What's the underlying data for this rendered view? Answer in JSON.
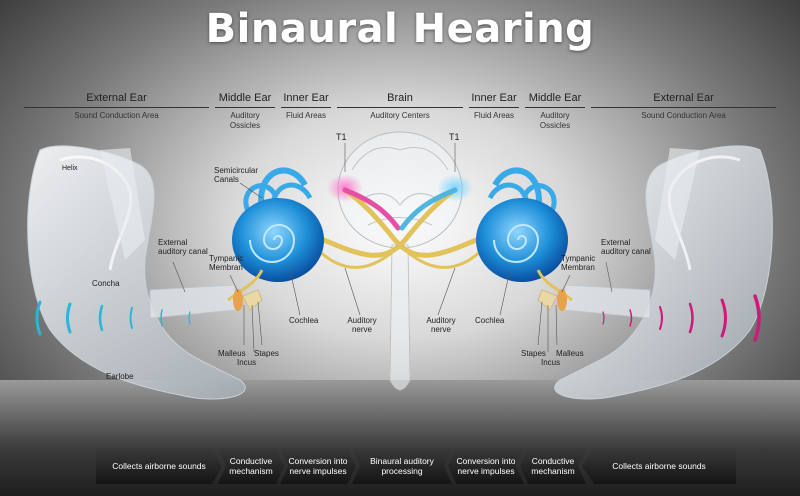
{
  "title": "Binaural Hearing",
  "sections": [
    {
      "heading": "External Ear",
      "sub": "Sound Conduction Area"
    },
    {
      "heading": "Middle Ear",
      "sub": "Auditory Ossicles"
    },
    {
      "heading": "Inner Ear",
      "sub": "Fluid Areas"
    },
    {
      "heading": "Brain",
      "sub": "Auditory Centers"
    },
    {
      "heading": "Inner Ear",
      "sub": "Fluid Areas"
    },
    {
      "heading": "Middle Ear",
      "sub": "Auditory Ossicles"
    },
    {
      "heading": "External Ear",
      "sub": "Sound Conduction Area"
    }
  ],
  "labels": {
    "t1_left": "T1",
    "t1_right": "T1",
    "helix": "Helix",
    "semicircular_canals": "Semicircular Canals",
    "external_canal_left": "External auditory canal",
    "tympanic_left": "Tympanic Membran",
    "concha": "Concha",
    "cochlea_left": "Cochlea",
    "auditory_nerve_left": "Auditory nerve",
    "malleus_left": "Malleus",
    "stapes_left": "Stapes",
    "incus_left": "Incus",
    "earlobe": "Earlobe",
    "auditory_nerve_right": "Auditory nerve",
    "cochlea_right": "Cochlea",
    "external_canal_right": "External auditory canal",
    "tympanic_right": "Tympanic Membran",
    "stapes_right": "Stapes",
    "malleus_right": "Malleus",
    "incus_right": "Incus"
  },
  "steps": [
    "Collects airborne sounds",
    "Conductive mechanism",
    "Conversion into nerve impulses",
    "Binaural auditory processing",
    "Conversion into nerve impulses",
    "Conductive mechanism",
    "Collects airborne sounds"
  ],
  "colors": {
    "sound_left": "#2bb5d8",
    "sound_right": "#d0187a",
    "inner_ear": "#1e8fd8",
    "nerve": "#e2c25a"
  }
}
